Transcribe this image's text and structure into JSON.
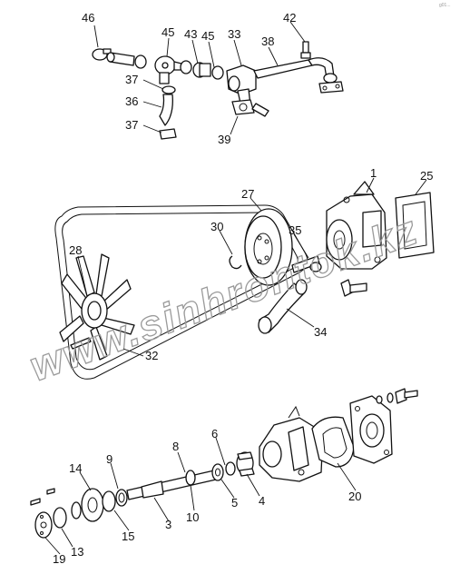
{
  "watermark": "www.sinhrontok.kz",
  "corner_mark": "g01...",
  "callouts": {
    "c1": "1",
    "c3": "3",
    "c4": "4",
    "c5": "5",
    "c6": "6",
    "c8": "8",
    "c9": "9",
    "c10": "10",
    "c13": "13",
    "c14": "14",
    "c15": "15",
    "c19": "19",
    "c20": "20",
    "c25": "25",
    "c27": "27",
    "c28": "28",
    "c30": "30",
    "c32": "32",
    "c33": "33",
    "c34": "34",
    "c35": "35",
    "c36": "36",
    "c37a": "37",
    "c37b": "37",
    "c38": "38",
    "c39": "39",
    "c42": "42",
    "c43": "43",
    "c45a": "45",
    "c45b": "45",
    "c46": "46"
  }
}
